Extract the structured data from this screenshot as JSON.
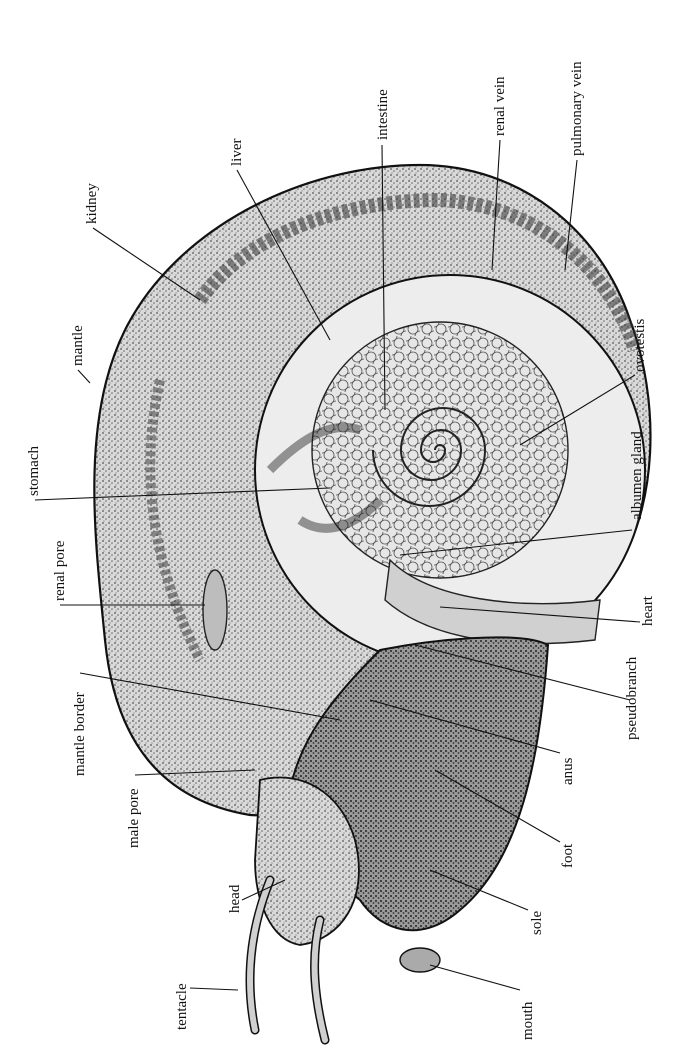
{
  "figure": {
    "orientation": "rotated 90 degrees counter-clockwise; labels read bottom-to-top",
    "subject": "snail anatomy with shell partially removed",
    "labels": {
      "pulmonary_vein": "pulmonary vein",
      "renal_vein": "renal vein",
      "intestine": "intestine",
      "liver": "liver",
      "kidney": "kidney",
      "mantle": "mantle",
      "stomach": "stomach",
      "renal_pore": "renal pore",
      "mantle_border": "mantle border",
      "male_pore": "male pore",
      "head": "head",
      "tentacle": "tentacle",
      "ovotestis": "ovotestis",
      "albumen_gland": "albumen gland",
      "heart": "heart",
      "pseudobranch": "pseudobranch",
      "anus": "anus",
      "foot": "foot",
      "sole": "sole",
      "mouth": "mouth"
    }
  }
}
